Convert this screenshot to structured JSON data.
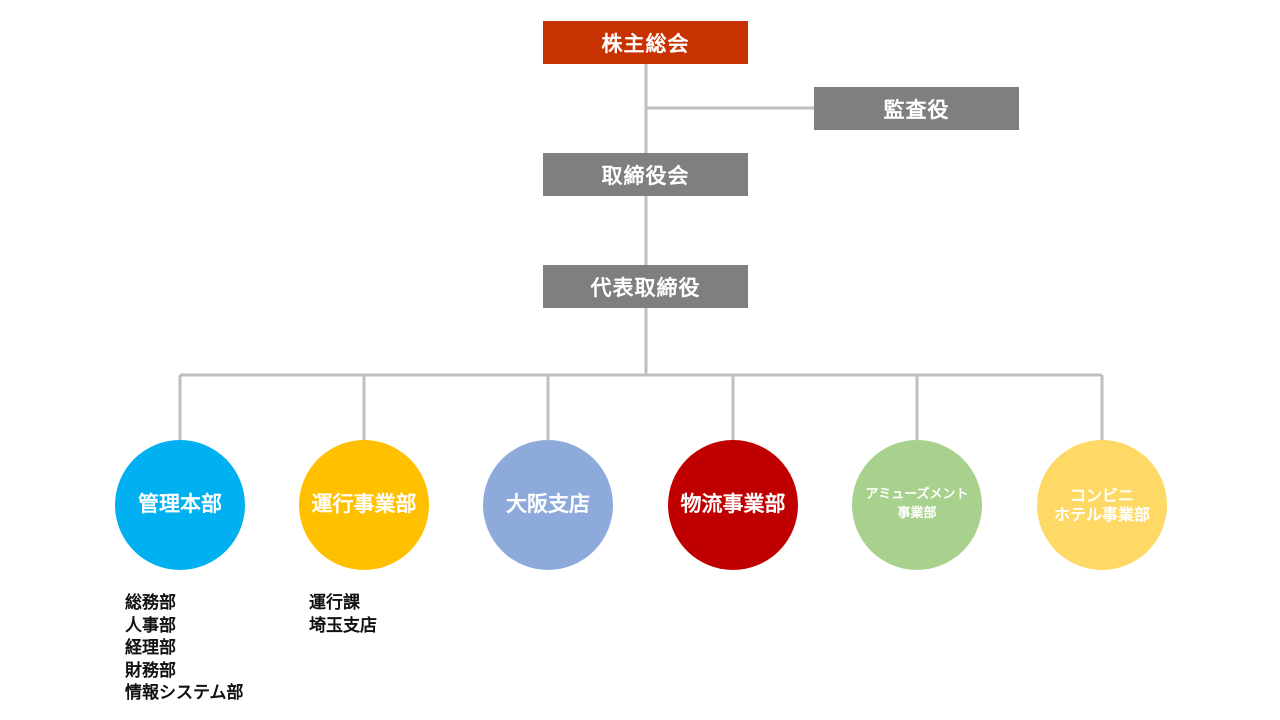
{
  "colors": {
    "line": "#bfbfbf",
    "shareholders": "#c83200",
    "gray_box": "#7f7f7f",
    "admin": "#00b0f0",
    "operations": "#ffc000",
    "osaka": "#8eaadb",
    "logistics": "#c00000",
    "amusement": "#a9d18e",
    "convenience": "#ffd966"
  },
  "top": {
    "shareholders": "株主総会",
    "auditor": "監査役",
    "board": "取締役会",
    "representative": "代表取締役"
  },
  "departments": [
    {
      "lines": [
        "管理本部"
      ],
      "subs": [
        "総務部",
        "人事部",
        "経理部",
        "財務部",
        "情報システム部"
      ]
    },
    {
      "lines": [
        "運行事業部"
      ],
      "subs": [
        "運行課",
        "埼玉支店"
      ]
    },
    {
      "lines": [
        "大阪支店"
      ],
      "subs": []
    },
    {
      "lines": [
        "物流事業部"
      ],
      "subs": []
    },
    {
      "lines": [
        "アミューズメント",
        "事業部"
      ],
      "subs": []
    },
    {
      "lines": [
        "コンビニ",
        "ホテル事業部"
      ],
      "subs": []
    }
  ]
}
